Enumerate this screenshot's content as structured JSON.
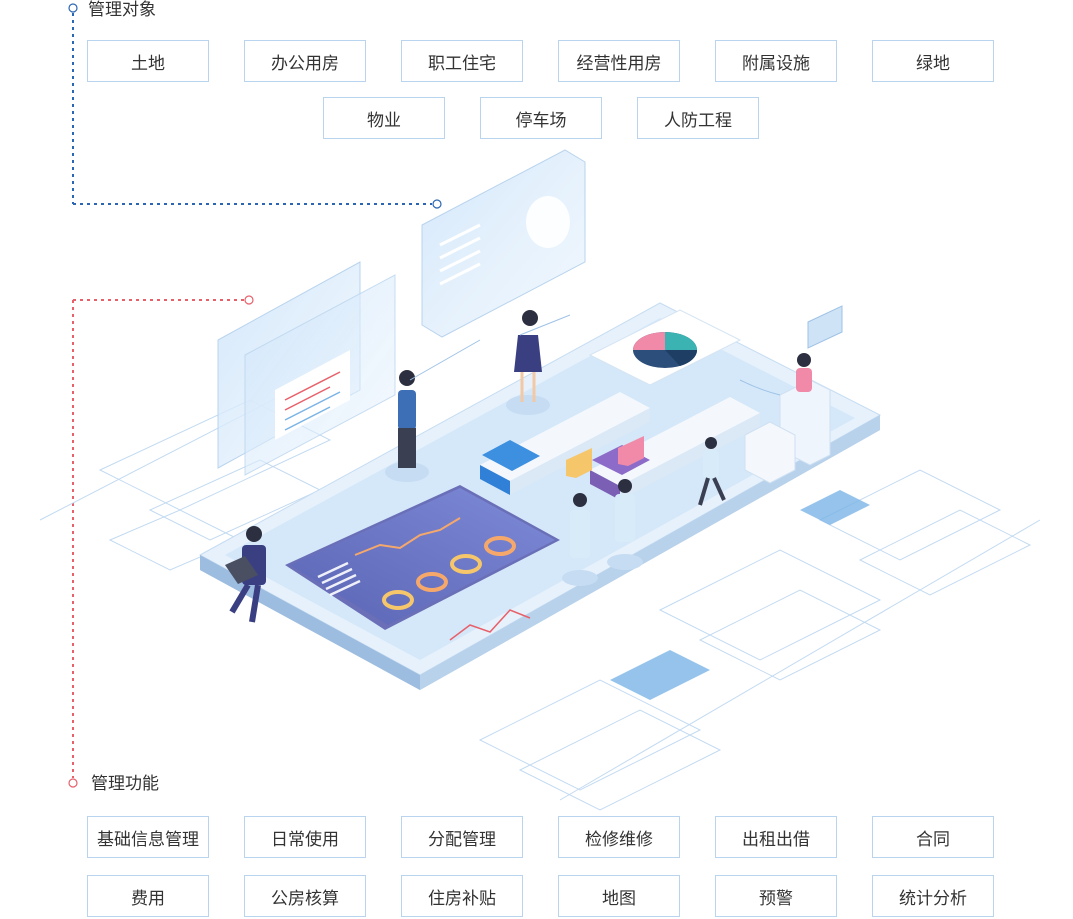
{
  "objects_section": {
    "title": "管理对象",
    "items": [
      "土地",
      "办公用房",
      "职工住宅",
      "经营性用房",
      "附属设施",
      "绿地",
      "物业",
      "停车场",
      "人防工程"
    ]
  },
  "functions_section": {
    "title": "管理功能",
    "items": [
      "基础信息管理",
      "日常使用",
      "分配管理",
      "检修维修",
      "出租出借",
      "合同",
      "费用",
      "公房核算",
      "住房补贴",
      "地图",
      "预警",
      "统计分析"
    ]
  },
  "colors": {
    "objects_connector": "#2a66b3",
    "functions_connector": "#e8606a",
    "tag_border": "#b9d4ee",
    "platform": "#cfe4f7",
    "platform_side": "#a9c6e6"
  },
  "illustration": "isometric-data-platform"
}
